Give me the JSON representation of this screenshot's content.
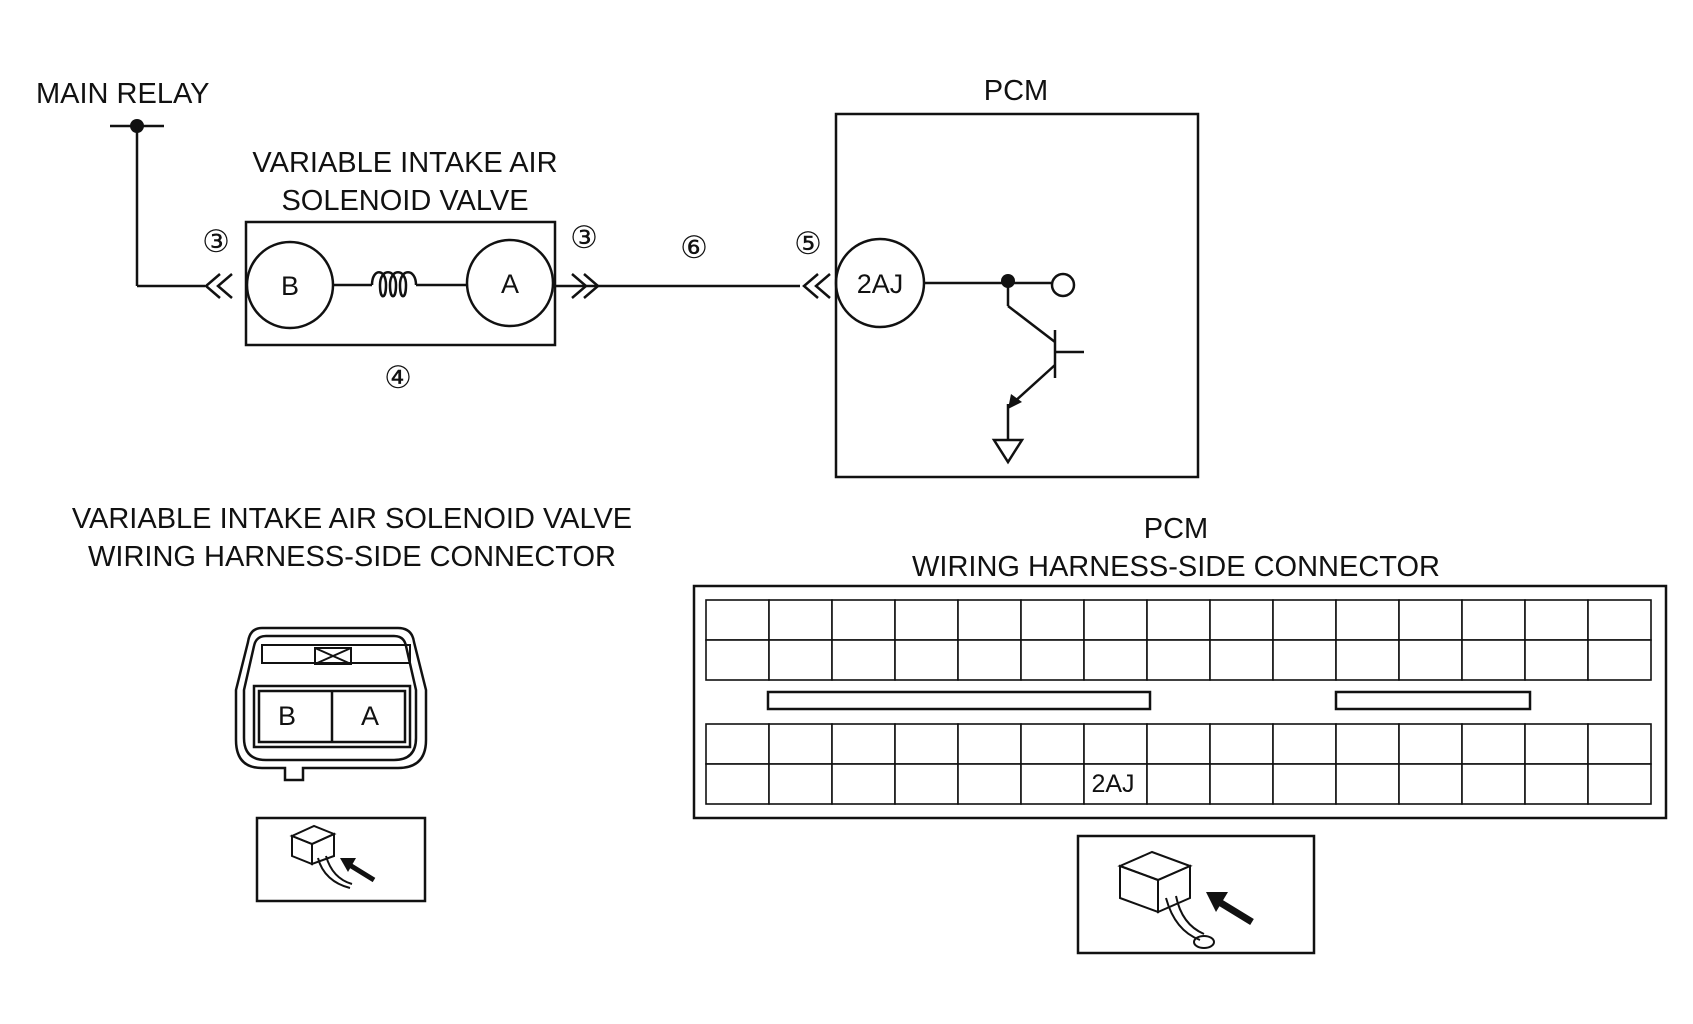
{
  "labels": {
    "main_relay": "MAIN RELAY",
    "valve_line1": "VARIABLE INTAKE AIR",
    "valve_line2": "SOLENOID VALVE",
    "pcm": "PCM",
    "valve_conn_line1": "VARIABLE INTAKE AIR SOLENOID VALVE",
    "valve_conn_line2": "WIRING HARNESS-SIDE CONNECTOR",
    "pcm_conn_line1": "PCM",
    "pcm_conn_line2": "WIRING HARNESS-SIDE CONNECTOR"
  },
  "terminals": {
    "b": "B",
    "a": "A",
    "pcm_2aj": "2AJ",
    "conn_b": "B",
    "conn_a": "A",
    "pcm_conn_2aj": "2AJ"
  },
  "callouts": {
    "c3_left": "③",
    "c3_right": "③",
    "c4": "④",
    "c5": "⑤",
    "c6": "⑥"
  }
}
